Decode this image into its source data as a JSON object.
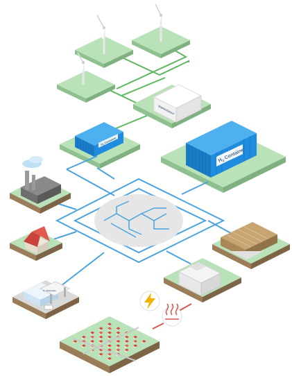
{
  "labels": {
    "electrolyser": "Elektrolyseur",
    "container_small_prefix": "H",
    "container_small_sub": "2",
    "container_small_suffix": " Container",
    "container_large_prefix": "H",
    "container_large_sub": "2",
    "container_large_suffix": " Container",
    "fuel_station": "H₂ Tankstelle"
  },
  "colors": {
    "grass": "#b9e2b9",
    "grass_side": "#8fc08f",
    "soil": "#9b7d5a",
    "pipe_blue": "#4aa3df",
    "line_green": "#5cb85c",
    "container_blue": "#1f8ce0",
    "heat_red": "#d9534f",
    "power_yellow": "#f0b400"
  },
  "icons": [
    "wind-turbine-icon",
    "electricity-bolt-icon",
    "heat-icon",
    "hydrogen-network-icon"
  ]
}
